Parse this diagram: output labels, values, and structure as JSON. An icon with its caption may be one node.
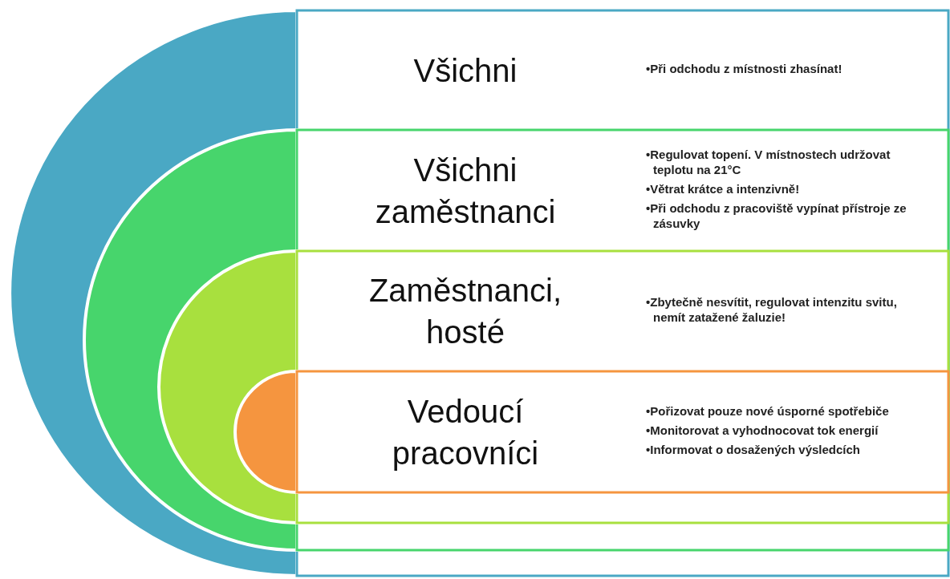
{
  "diagram": {
    "nodes": [
      {
        "text": [
          "Všichni",
          "•Při odchodu z místnosti zhasínat!"
        ]
      },
      {
        "text": [
          "Všichni zaměstnanci",
          "•Regulovat topení. V místnostech udržovat teplotu na 21°C",
          "•Větrat krátce a intenzivně!",
          "•Při odchodu z pracoviště vypínat přístroje ze zásuvky"
        ],
        "in": 0
      },
      {
        "text": [
          "Zaměstnanci, hosté",
          "•Zbytečně nesvítit,  regulovat intenzitu svitu, nemít zatažené žaluzie!"
        ],
        "in": 1
      },
      {
        "text": [
          "Vedoucí pracovníci",
          "•Pořizovat pouze nové úsporné spotřebiče",
          "•Monitorovat a vyhodnocovat tok energií",
          "•Informovat o dosažených výsledcích"
        ],
        "in": 2
      }
    ]
  }
}
